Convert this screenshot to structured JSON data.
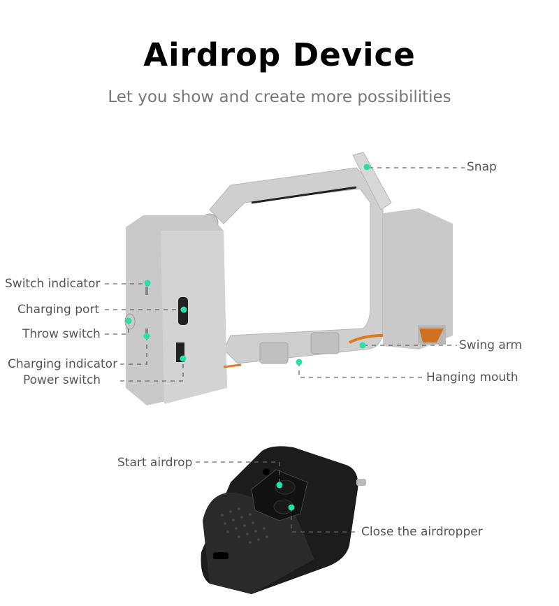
{
  "header": {
    "title": "Airdrop Device",
    "subtitle": "Let you show and create more possibilities"
  },
  "device_labels": {
    "snap": "Snap",
    "switch_indicator": "Switch indicator",
    "charging_port": "Charging port",
    "throw_switch": "Throw switch",
    "charging_indicator": "Charging indicator",
    "power_switch": "Power switch",
    "swing_arm": "Swing arm",
    "hanging_mouth": "Hanging mouth"
  },
  "remote_labels": {
    "start_airdrop": "Start airdrop",
    "close_airdropper": "Close the airdropper"
  },
  "colors": {
    "marker": "#27e0a8",
    "device_body": "#c8c8c8",
    "remote_body": "#1a1a1a"
  }
}
